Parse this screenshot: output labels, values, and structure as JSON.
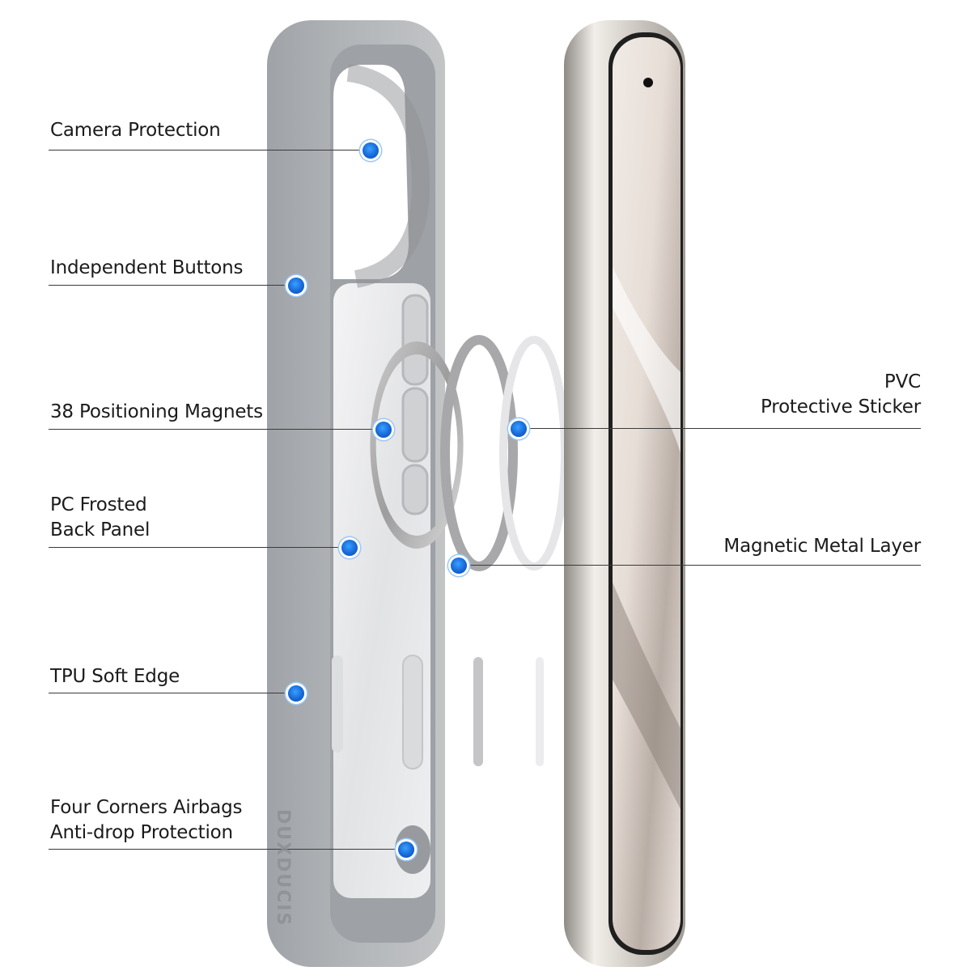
{
  "brand_watermark": "DUXDUCIS",
  "colors": {
    "case_gray": "#a9acb0",
    "case_inner": "#e3e4e6",
    "phone_frame": "#c9c5c0",
    "marker_blue": "#1668d8"
  },
  "labels": {
    "camera_protection": [
      "Camera Protection"
    ],
    "independent_buttons": [
      "Independent Buttons"
    ],
    "positioning_magnets": [
      "38 Positioning Magnets"
    ],
    "pc_frosted_back_panel": [
      "PC Frosted",
      "Back Panel"
    ],
    "tpu_soft_edge": [
      "TPU Soft Edge"
    ],
    "four_corners_airbags": [
      "Four Corners Airbags",
      "Anti-drop Protection"
    ],
    "pvc_protective_sticker": [
      "PVC",
      "Protective Sticker"
    ],
    "magnetic_metal_layer": [
      "Magnetic Metal Layer"
    ]
  }
}
